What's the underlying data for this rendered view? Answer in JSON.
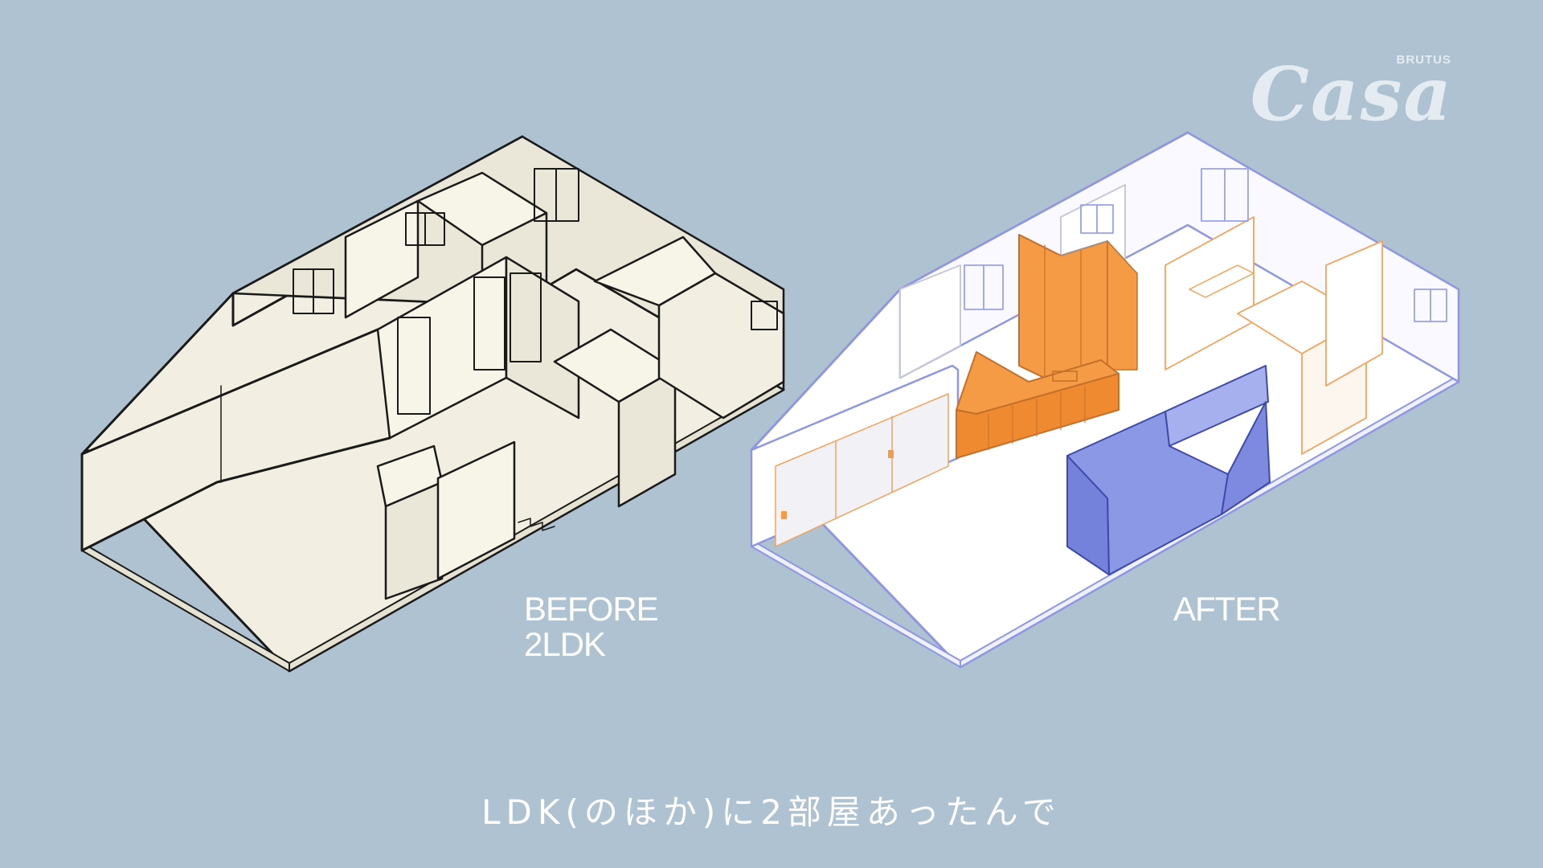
{
  "logo": {
    "brand": "Casa",
    "sub": "BRUTUS"
  },
  "before": {
    "title": "BEFORE",
    "plan": "2LDK"
  },
  "after": {
    "title": "AFTER"
  },
  "caption": "LDK(のほか)に2部屋あったんで",
  "colors": {
    "background": "#aec2d2",
    "before_wall": "#f2efe2",
    "before_stroke": "#1a1a1a",
    "after_wall": "#ffffff",
    "after_outline": "#8e97e0",
    "orange": "#f59a45",
    "blue": "#8b98e6"
  }
}
